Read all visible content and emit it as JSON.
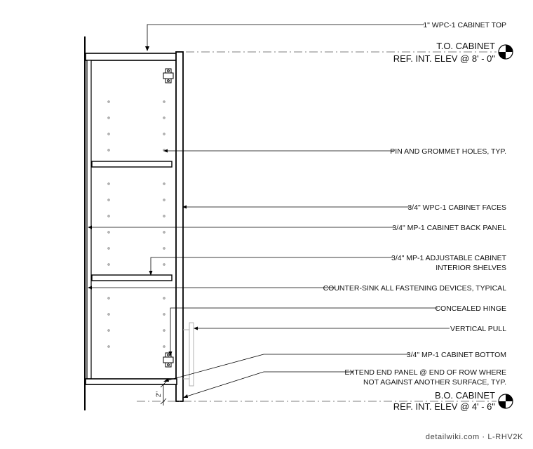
{
  "levels": {
    "top": {
      "title": "T.O. CABINET",
      "ref": "REF. INT. ELEV @ 8' - 0\""
    },
    "bottom": {
      "title": "B.O. CABINET",
      "ref": "REF. INT. ELEV @ 4' - 6\""
    }
  },
  "callouts": {
    "cabinet_top": "1\" WPC-1 CABINET TOP",
    "pin_grommet": "PIN AND GROMMET HOLES, TYP.",
    "cabinet_faces": "3/4\" WPC-1 CABINET FACES",
    "back_panel": "3/4\" MP-1 CABINET BACK PANEL",
    "shelves_line1": "3/4\" MP-1 ADJUSTABLE CABINET",
    "shelves_line2": "INTERIOR SHELVES",
    "countersink": "COUNTER-SINK ALL FASTENING DEVICES, TYPICAL",
    "hinge": "CONCEALED HINGE",
    "pull": "VERTICAL PULL",
    "cabinet_bottom": "3/4\" MP-1 CABINET BOTTOM",
    "end_panel_line1": "EXTEND END PANEL @ END OF ROW WHERE",
    "end_panel_line2": "NOT AGAINST ANOTHER SURFACE, TYP."
  },
  "dimension": {
    "value": "2\""
  },
  "watermark": "detailwiki.com · L-RHV2K"
}
